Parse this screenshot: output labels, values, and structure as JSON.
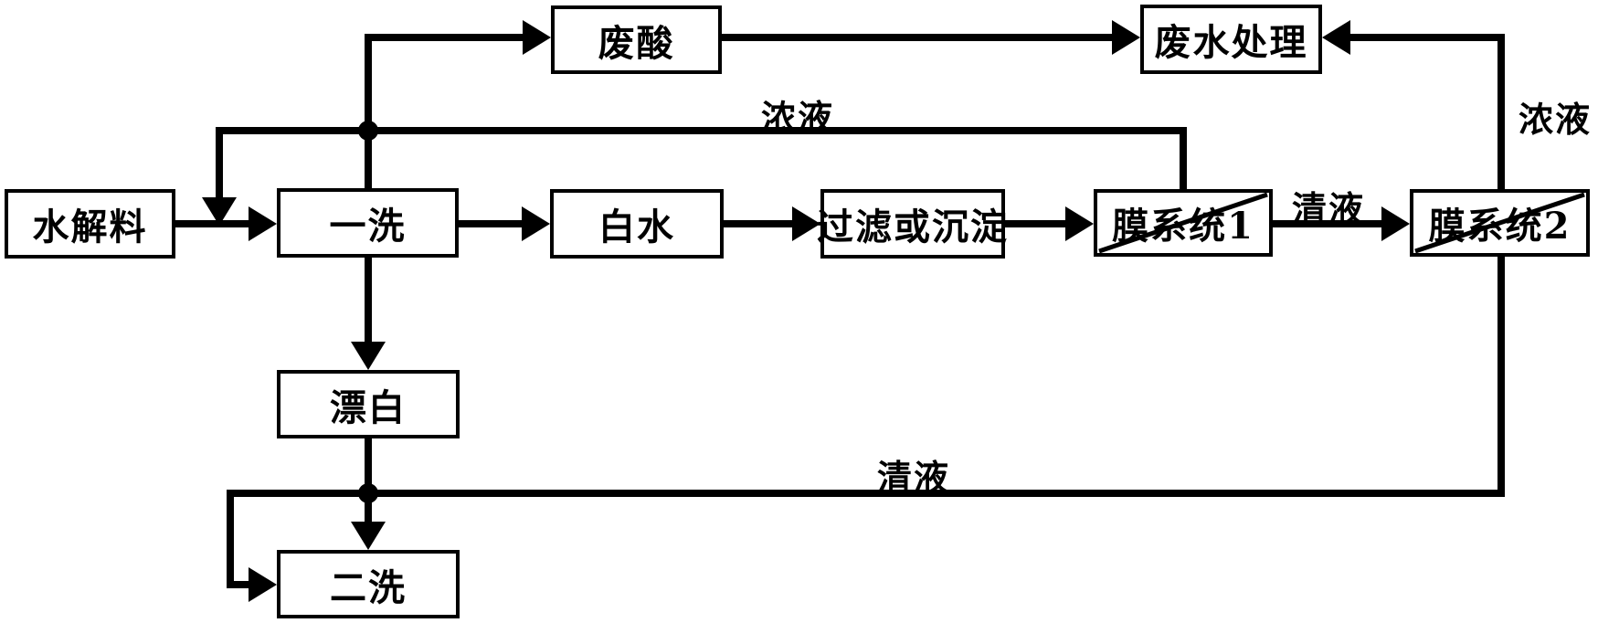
{
  "diagram": {
    "colors": {
      "line": "#000000",
      "box_background": "#ffffff",
      "text": "#000000"
    },
    "nodes": {
      "hydrolysate": {
        "label": "水解料"
      },
      "wash1": {
        "label": "一洗"
      },
      "white_water": {
        "label": "白水"
      },
      "filter_or_settle": {
        "label": "过滤或沉淀"
      },
      "membrane1": {
        "label": "膜系统1"
      },
      "membrane2": {
        "label": "膜系统2"
      },
      "waste_acid": {
        "label": "废酸"
      },
      "wastewater_treatment": {
        "label": "废水处理"
      },
      "bleach": {
        "label": "漂白"
      },
      "wash2": {
        "label": "二洗"
      }
    },
    "edge_labels": {
      "concentrate_top": "浓液",
      "concentrate_right": "浓液",
      "permeate_mid": "清液",
      "permeate_bottom": "清液"
    },
    "edges": [
      {
        "from": "hydrolysate",
        "to": "wash1"
      },
      {
        "from": "wash1",
        "to": "white_water"
      },
      {
        "from": "white_water",
        "to": "filter_or_settle"
      },
      {
        "from": "filter_or_settle",
        "to": "membrane1"
      },
      {
        "from": "membrane1",
        "to": "membrane2",
        "label": "清液"
      },
      {
        "from": "membrane1",
        "to": "wash1",
        "label": "浓液"
      },
      {
        "from": "wash1",
        "to": "waste_acid"
      },
      {
        "from": "waste_acid",
        "to": "wastewater_treatment"
      },
      {
        "from": "membrane2",
        "to": "wastewater_treatment",
        "label": "浓液"
      },
      {
        "from": "wash1",
        "to": "bleach"
      },
      {
        "from": "bleach",
        "to": "wash2"
      },
      {
        "from": "membrane2",
        "to": "wash2",
        "label": "清液"
      }
    ]
  }
}
